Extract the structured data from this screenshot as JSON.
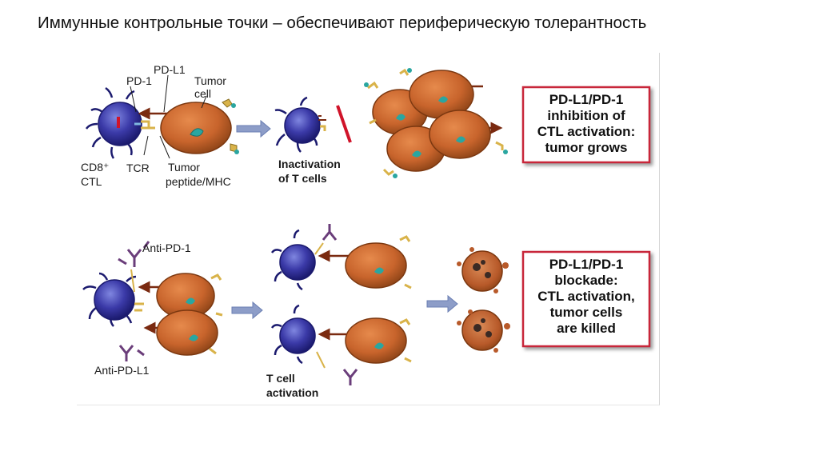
{
  "title": "Иммунные контрольные точки – обеспечивают периферическую толерантность",
  "colors": {
    "tcell_fill": "#3b3aa8",
    "tcell_dark": "#1b1a6e",
    "tumor_fill": "#c8642c",
    "tumor_dark": "#7c3810",
    "nucleus": "#2aa6a0",
    "pd1_arrow": "#7a2a10",
    "inhibit_bar": "#d0142a",
    "antibody": "#6a3d7a",
    "mhc": "#d9b34a",
    "flow_arrow": "#8d9dc8",
    "box_border": "#c8263a"
  },
  "top_panel": {
    "labels": {
      "pd1": "PD-1",
      "pdl1": "PD-L1",
      "tumor_cell": [
        "Tumor",
        "cell"
      ],
      "cd8": [
        "CD8⁺",
        "CTL"
      ],
      "tcr": "TCR",
      "tumor_peptide": [
        "Tumor",
        "peptide/MHC"
      ],
      "inactivation": [
        "Inactivation",
        "of T cells"
      ]
    },
    "box": [
      "PD-L1/PD-1",
      "inhibition of",
      "CTL activation:",
      "tumor grows"
    ]
  },
  "bottom_panel": {
    "labels": {
      "anti_pd1": "Anti-PD-1",
      "anti_pdl1": "Anti-PD-L1",
      "t_activation": [
        "T cell",
        "activation"
      ]
    },
    "box": [
      "PD-L1/PD-1",
      "blockade:",
      "CTL activation,",
      "tumor cells",
      "are killed"
    ]
  }
}
